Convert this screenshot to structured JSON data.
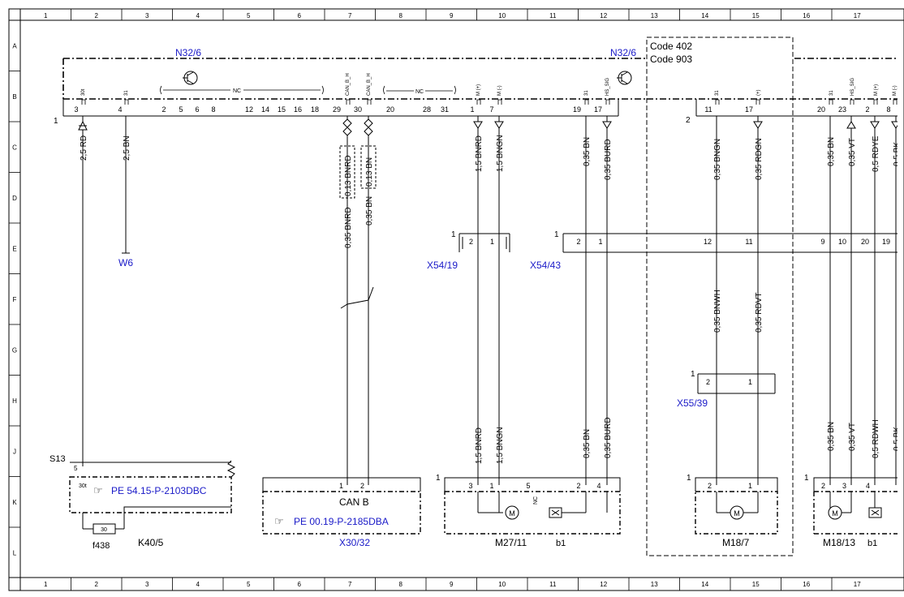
{
  "frame": {
    "columns": [
      "1",
      "2",
      "3",
      "4",
      "5",
      "6",
      "7",
      "8",
      "9",
      "10",
      "11",
      "12",
      "13",
      "14",
      "15",
      "16",
      "17"
    ],
    "rows": [
      "A",
      "B",
      "C",
      "D",
      "E",
      "F",
      "G",
      "H",
      "J",
      "K",
      "L"
    ]
  },
  "colors": {
    "line": "#000000",
    "link": "#1a1ac8",
    "grid": "#888888"
  },
  "components": {
    "n32_left": "N32/6",
    "n32_right": "N32/6",
    "code402": "Code 402",
    "code903": "Code 903",
    "w6": "W6",
    "x54_19": "X54/19",
    "x54_43": "X54/43",
    "x55_39": "X55/39",
    "s13": "S13",
    "f438": "f438",
    "k40_5": "K40/5",
    "can_b": "CAN B",
    "x30_32": "X30/32",
    "m27_11": "M27/11",
    "b1a": "b1",
    "m18_7": "M18/7",
    "m18_13": "M18/13",
    "b1b": "b1",
    "pe1": "PE 54.15-P-2103DBC",
    "pe2": "PE 00.19-P-2185DBA",
    "nc1": "NC",
    "nc2": "NC",
    "nc3": "NC"
  },
  "pins": {
    "n32_main": [
      "3",
      "4",
      "2",
      "5",
      "6",
      "8",
      "12",
      "14",
      "15",
      "16",
      "18",
      "29",
      "30",
      "20",
      "28",
      "31",
      "1",
      "7",
      "19",
      "17"
    ],
    "n32_sub": [
      "11",
      "17",
      "20",
      "23",
      "2",
      "8"
    ],
    "n32_sig": [
      "30t",
      "31",
      "CAN_B_H",
      "CAN_B_H",
      "M (+)",
      "M (-)",
      "31",
      "HS_SIG",
      "31",
      "(+)",
      "31",
      "HS_SIG",
      "M (+)",
      "M (-)"
    ],
    "x54_19": [
      "2",
      "1"
    ],
    "x54_43": [
      "2",
      "1",
      "12",
      "11",
      "9",
      "10",
      "20",
      "19"
    ],
    "x55_39": [
      "2",
      "1"
    ],
    "k40_5": [
      "30t",
      "5",
      "30"
    ],
    "x30_32": [
      "1",
      "2"
    ],
    "m27_11": [
      "3",
      "1",
      "5",
      "2",
      "4"
    ],
    "m18_7": [
      "2",
      "1"
    ],
    "m18_13": [
      "2",
      "3",
      "4"
    ],
    "conn_idx": [
      "1",
      "2",
      "1",
      "1",
      "1",
      "1",
      "1",
      "1",
      "1"
    ]
  },
  "wires": {
    "w_rd": "2,5 RD",
    "w_bn": "2,5 BN",
    "w_013bnrd": "0,13 BNRD",
    "w_013bn": "0,13 BN",
    "w_035bnrd": "0,35 BNRD",
    "w_035bn_can": "0,35 BN",
    "w_15bnrd_top": "1,5 BNRD",
    "w_15bngn_top": "1,5 BNGN",
    "w_035bn_top": "0,35 BN",
    "w_035burd_top": "0,35 BURD",
    "w_035bngn": "0,35 BNGN",
    "w_035rdgn": "0,35 RDGN",
    "w_035bn_r": "0,35 BN",
    "w_035vt": "0,35 VT",
    "w_05rdye": "0,5 RDYE",
    "w_05bk": "0,5 BK",
    "w_035bnwh": "0,35 BNWH",
    "w_035rdvt": "0,35 RDVT",
    "w_15bnrd_bot": "1,5 BNRD",
    "w_15bngn_bot": "1,5 BNGN",
    "w_035bn_bot": "0,35 BN",
    "w_035burd_bot": "0,35 BURD",
    "w_035bn_bot2": "0,35 BN",
    "w_035vt_bot": "0,35 VT",
    "w_05rdwh": "0,5 RDWH",
    "w_05bk_bot": "0,5 BK"
  }
}
